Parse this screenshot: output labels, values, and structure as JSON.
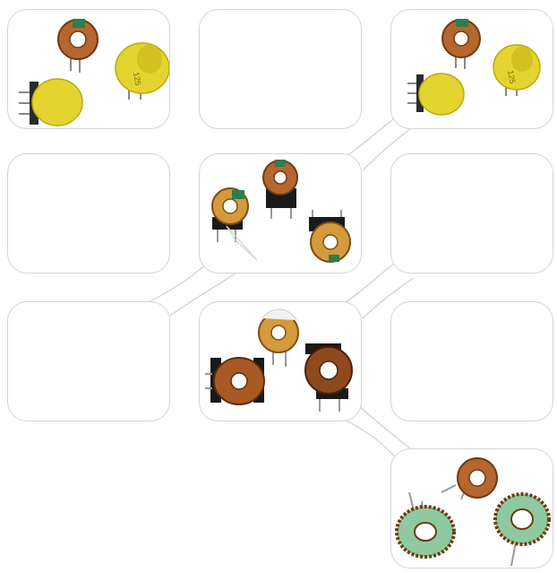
{
  "tiles": [
    {
      "name": "tile-r1c1",
      "products": [
        "toroid-inductor-green-core",
        "yellow-encapsulated-inductor-pins-left",
        "yellow-encapsulated-inductor-labeled"
      ],
      "printed_text": "125"
    },
    {
      "name": "tile-r1c2",
      "products": []
    },
    {
      "name": "tile-r1c3",
      "products": [
        "toroid-inductor-green-core",
        "yellow-encapsulated-inductor-pins-left",
        "yellow-encapsulated-inductor-labeled"
      ],
      "printed_text": "125"
    },
    {
      "name": "tile-r2c1",
      "products": []
    },
    {
      "name": "tile-r2c2",
      "products": [
        "toroid-choke-vertical-mount",
        "toroid-choke-base",
        "toroid-choke-horizontal-mount"
      ]
    },
    {
      "name": "tile-r2c3",
      "products": []
    },
    {
      "name": "tile-r3c1",
      "products": []
    },
    {
      "name": "tile-r3c2",
      "products": [
        "toroid-white-core",
        "toroid-copper-on-black-base",
        "toroid-copper-vertical-base"
      ]
    },
    {
      "name": "tile-r3c3",
      "products": []
    },
    {
      "name": "tile-r4c3",
      "products": [
        "toroid-copper-small",
        "toroid-green-core-large",
        "toroid-green-core-long-lead"
      ]
    }
  ],
  "colors": {
    "border": "#d4d4d4",
    "copper": "#b5672d",
    "gold": "#d59a3c",
    "yellow": "#e4d430",
    "green_band": "#2e7d4f",
    "black_base": "#1a1a1a",
    "green_core": "#8fc9a0"
  }
}
